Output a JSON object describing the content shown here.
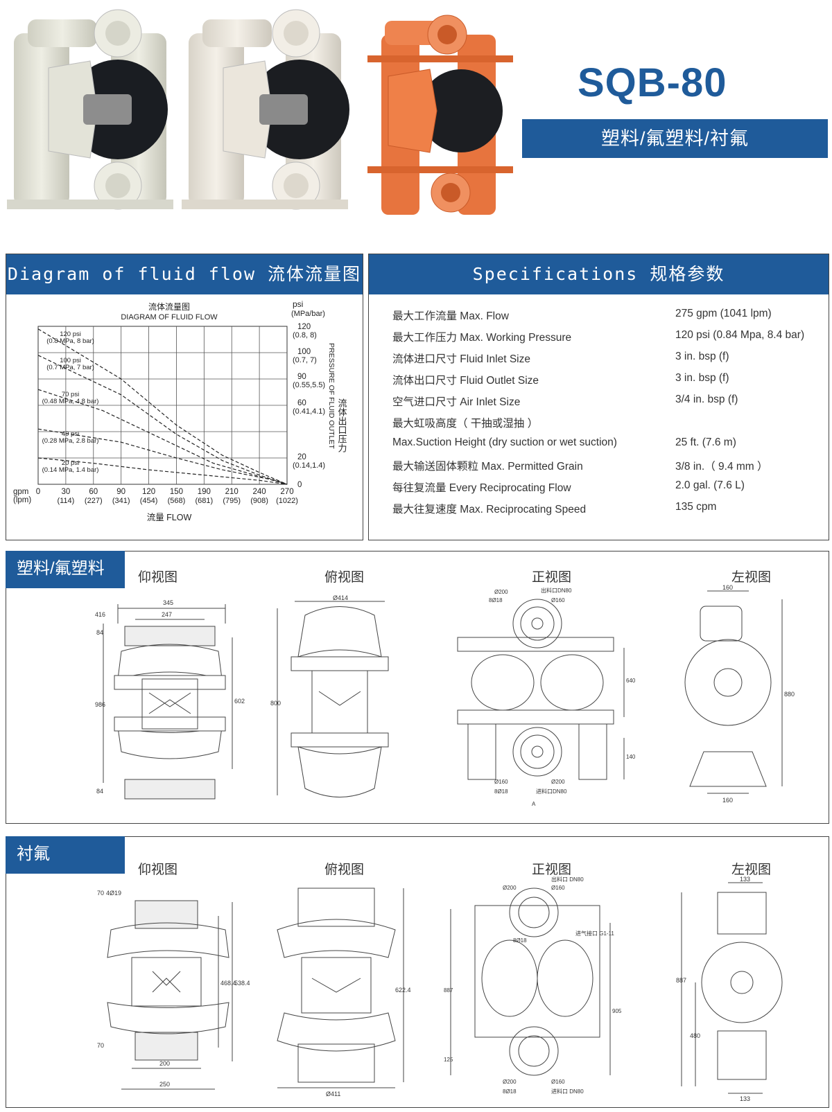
{
  "header": {
    "model": "SQB-80",
    "materials": "塑料/氟塑料/衬氟"
  },
  "flow_panel": {
    "title": "Diagram of fluid flow 流体流量图"
  },
  "spec_panel": {
    "title": "Specifications 规格参数",
    "rows": [
      {
        "label": "最大工作流量 Max. Flow",
        "value": "275 gpm (1041 lpm)"
      },
      {
        "label": "最大工作压力 Max. Working Pressure",
        "value": "120 psi (0.84 Mpa, 8.4 bar)"
      },
      {
        "label": "流体进口尺寸 Fluid Inlet Size",
        "value": "3 in. bsp (f)"
      },
      {
        "label": "流体出口尺寸 Fluid Outlet Size",
        "value": "3 in. bsp (f)"
      },
      {
        "label": "空气进口尺寸 Air Inlet Size",
        "value": "3/4 in. bsp (f)"
      },
      {
        "label": "最大虹吸高度（ 干抽或湿抽 ）",
        "value": ""
      },
      {
        "label": "Max.Suction Height  (dry suction or wet suction)",
        "value": "25 ft. (7.6 m)"
      },
      {
        "label": "最大输送固体颗粒 Max. Permitted Grain",
        "value": "3/8 in.（ 9.4 mm ）"
      },
      {
        "label": "每往复流量 Every Reciprocating Flow",
        "value": "2.0 gal. (7.6 L)"
      },
      {
        "label": "最大往复速度 Max. Reciprocating Speed",
        "value": "135 cpm"
      }
    ]
  },
  "chart_data": {
    "type": "line",
    "title": "流体流量图",
    "subtitle": "DIAGRAM OF FLUID FLOW",
    "xlabel": "流量 FLOW",
    "x_unit_top": "gpm",
    "x_unit_bottom": "(lpm)",
    "x_ticks": [
      "0",
      "30",
      "60",
      "90",
      "120",
      "150",
      "190",
      "210",
      "240",
      "270"
    ],
    "x_ticks_lpm": [
      "",
      "(114)",
      "(227)",
      "(341)",
      "(454)",
      "(568)",
      "(681)",
      "(795)",
      "(908)",
      "(1022)"
    ],
    "ylabel_cn": "流体出口压力",
    "ylabel_en": "PRESSURE OF FLUID OUTLET",
    "y_unit": "psi",
    "y_unit2": "(MPa/bar)",
    "y_ticks": [
      "120",
      "100",
      "90",
      "60",
      "20",
      "0"
    ],
    "y_ticks_sub": [
      "(0.8, 8)",
      "(0.7, 7)",
      "(0.55,5.5)",
      "(0.41,4.1)",
      "(0.14,1.4)",
      ""
    ],
    "xlim": [
      0,
      270
    ],
    "ylim": [
      0,
      120
    ],
    "grid": true,
    "series": [
      {
        "name": "120 psi (0.8 MPa, 8 bar)",
        "x": [
          0,
          90,
          150,
          200,
          240,
          270
        ],
        "y": [
          118,
          80,
          45,
          22,
          9,
          0
        ]
      },
      {
        "name": "100 psi (0.7 MPa, 7 bar)",
        "x": [
          0,
          90,
          150,
          200,
          240,
          270
        ],
        "y": [
          98,
          68,
          38,
          18,
          7,
          0
        ]
      },
      {
        "name": "70 psi (0.48 MPa, 4.8 bar)",
        "x": [
          0,
          70,
          130,
          190,
          240,
          270
        ],
        "y": [
          72,
          56,
          36,
          16,
          6,
          0
        ]
      },
      {
        "name": "40 psi (0.28 MPa, 2.8 bar)",
        "x": [
          0,
          90,
          150,
          200,
          250,
          270
        ],
        "y": [
          42,
          32,
          20,
          11,
          4,
          0
        ]
      },
      {
        "name": "20 psi (0.14 MPa, 1.4 bar)",
        "x": [
          0,
          60,
          120,
          180,
          240,
          270
        ],
        "y": [
          20,
          16,
          11,
          7,
          3,
          0
        ]
      }
    ]
  },
  "section_plastic": {
    "tag": "塑料/氟塑料",
    "views": [
      "仰视图",
      "俯视图",
      "正视图",
      "左视图"
    ],
    "dims": {
      "bottom": [
        "345",
        "247",
        "416",
        "84",
        "986",
        "602",
        "84"
      ],
      "top": [
        "Ø414",
        "800"
      ],
      "front": [
        "Ø200",
        "出料口DN80",
        "8Ø18",
        "Ø160",
        "640",
        "140",
        "Ø160",
        "Ø200",
        "8Ø18",
        "进料口DN80",
        "A"
      ],
      "left": [
        "160",
        "880",
        "160"
      ]
    }
  },
  "section_lined": {
    "tag": "衬氟",
    "views": [
      "仰视图",
      "俯视图",
      "正视图",
      "左视图"
    ],
    "dims": {
      "bottom": [
        "70",
        "4Ø19",
        "538.4",
        "468.4",
        "70",
        "200",
        "250"
      ],
      "top": [
        "622.4",
        "Ø411"
      ],
      "front": [
        "出料口 DN80",
        "Ø200",
        "Ø160",
        "8Ø18",
        "进气接口 G1-11",
        "887",
        "905",
        "125",
        "Ø200",
        "Ø160",
        "8Ø18",
        "进料口 DN80"
      ],
      "left": [
        "133",
        "887",
        "480",
        "133"
      ]
    }
  }
}
